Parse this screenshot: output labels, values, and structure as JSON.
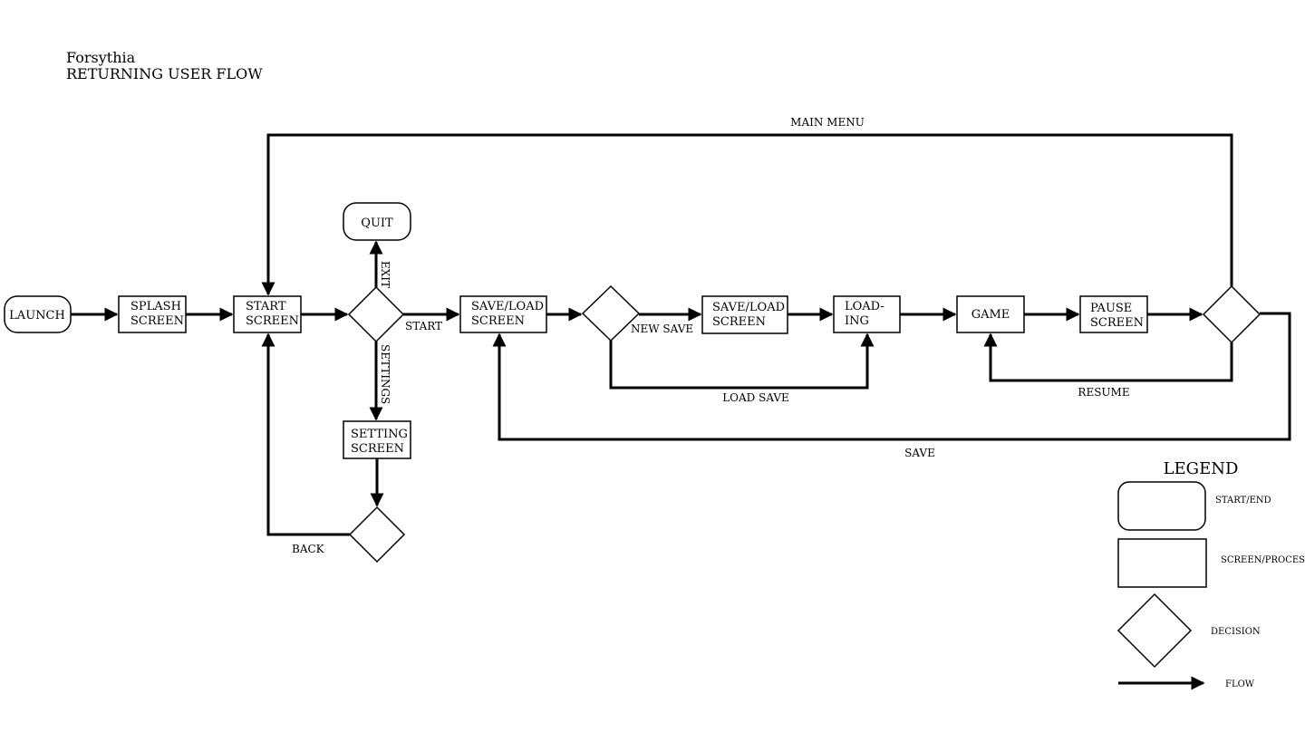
{
  "header": {
    "app_name": "Forsythia",
    "title": "RETURNING USER FLOW"
  },
  "nodes": {
    "launch": "LAUNCH",
    "splash_1": "SPLASH",
    "splash_2": "SCREEN",
    "start_1": "START",
    "start_2": "SCREEN",
    "quit": "QUIT",
    "setting_1": "SETTING",
    "setting_2": "SCREEN",
    "saveload1_1": "SAVE/LOAD",
    "saveload1_2": "SCREEN",
    "saveload2_1": "SAVE/LOAD",
    "saveload2_2": "SCREEN",
    "loading_1": "LOAD-",
    "loading_2": "ING",
    "game": "GAME",
    "pause_1": "PAUSE",
    "pause_2": "SCREEN"
  },
  "edges": {
    "main_menu": "MAIN MENU",
    "exit": "EXIT",
    "start": "START",
    "settings": "SETTINGS",
    "back": "BACK",
    "new_save": "NEW SAVE",
    "load_save": "LOAD SAVE",
    "resume": "RESUME",
    "save": "SAVE"
  },
  "legend": {
    "title": "LEGEND",
    "start_end": "START/END",
    "screen_process": "SCREEN/PROCESS",
    "decision": "DECISION",
    "flow": "FLOW"
  }
}
